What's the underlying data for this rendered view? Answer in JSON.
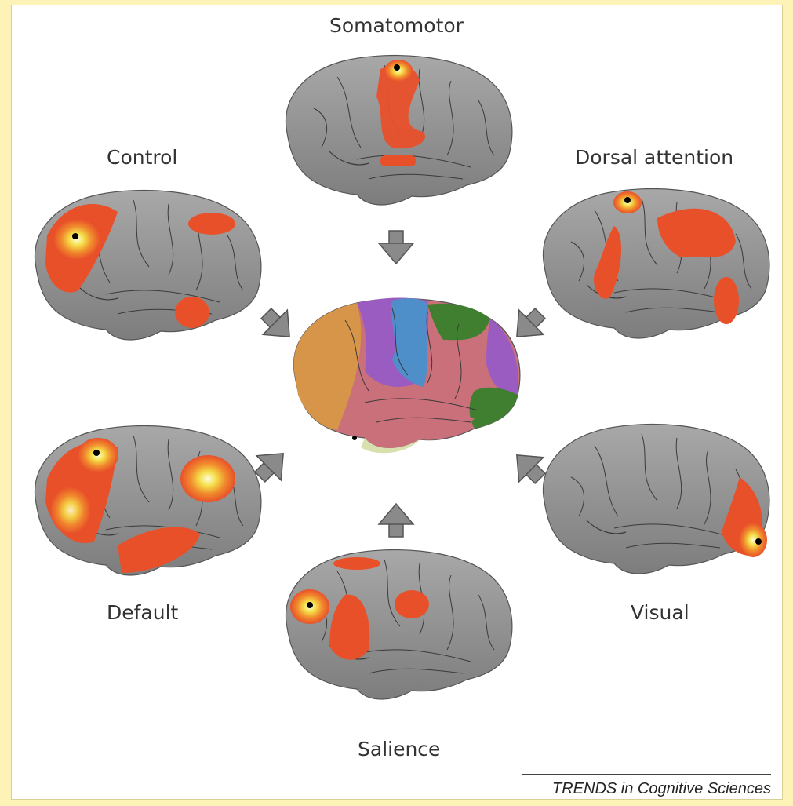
{
  "networks": {
    "somatomotor": "Somatomotor",
    "control": "Control",
    "dorsal_attention": "Dorsal attention",
    "default": "Default",
    "visual": "Visual",
    "salience": "Salience"
  },
  "credit": "TRENDS in Cognitive Sciences",
  "colors": {
    "background": "#fdf3b6",
    "panel": "#ffffff",
    "brain_gray": "#9a9a9a",
    "activation_red": "#e8502a",
    "activation_orange": "#f08a2c",
    "activation_yellow": "#f5e04a",
    "arrow": "#8a8a8a",
    "parcel_blue": "#4f8fc9",
    "parcel_purple": "#9a5cc0",
    "parcel_green": "#3f7f2f",
    "parcel_salmon": "#c9707a",
    "parcel_orange": "#d7954a"
  }
}
